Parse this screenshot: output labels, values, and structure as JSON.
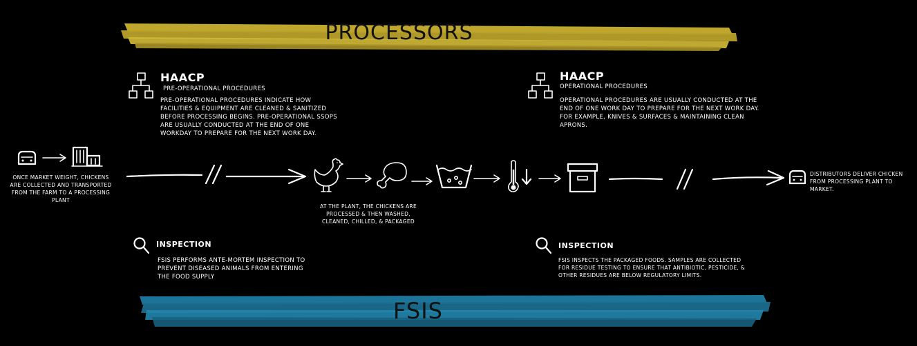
{
  "banners": {
    "top": {
      "title": "Processors",
      "color": "#c9b030"
    },
    "bottom": {
      "title": "FSIS",
      "color": "#1e7aa0"
    }
  },
  "haacp_left": {
    "heading": "HAACP",
    "subheading": "Pre-Operational Procedures",
    "body": "Pre-operational procedures indicate how facilities & equipment are cleaned & sanitized before processing begins. Pre-operational SSOPs are usually conducted at the end of one workday to prepare for the next work day."
  },
  "haacp_right": {
    "heading": "HAACP",
    "subheading": "Operational Procedures",
    "body": "Operational procedures are usually conducted at the end of one work day to prepare for the next work day. For example, knives & surfaces & maintaining clean aprons."
  },
  "inspection_left": {
    "heading": "Inspection",
    "body": "FSIS performs ante-mortem inspection to prevent diseased animals from entering the food supply"
  },
  "inspection_right": {
    "heading": "Inspection",
    "body": "FSIS inspects the packaged foods. Samples are collected for residue testing to ensure that antibiotic, pesticide, & other residues are below regulatory limits."
  },
  "flow": {
    "start_caption": "Once market weight, chickens are collected and transported from the farm to a processing plant",
    "plant_caption": "At the plant, the chickens are processed & then washed, cleaned, chilled, & packaged",
    "end_caption": "Distributors deliver chicken from processing plant to market."
  },
  "icons": [
    "truck-icon",
    "factory-icon",
    "chicken-icon",
    "drumstick-icon",
    "wash-basin-icon",
    "thermometer-icon",
    "box-icon",
    "magnifier-icon",
    "flowchart-icon"
  ]
}
